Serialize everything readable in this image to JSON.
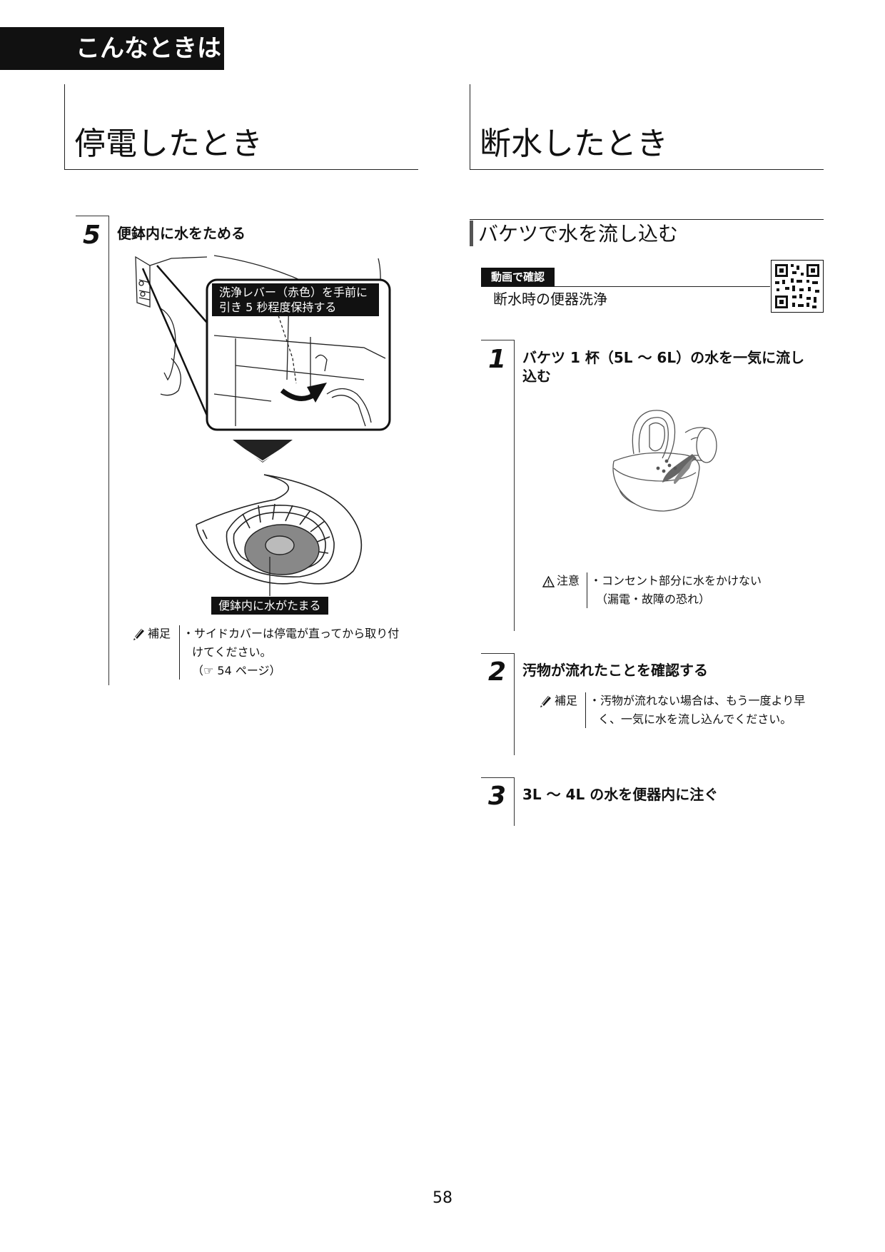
{
  "chapter_tab": "こんなときは",
  "left": {
    "title": "停電したとき",
    "step5": {
      "number": "5",
      "text": "便鉢内に水をためる",
      "callout_lines": [
        "洗浄レバー（赤色）を手前に",
        "引き 5 秒程度保持する"
      ],
      "bowl_label": "便鉢内に水がたまる",
      "note": {
        "label": "補足",
        "lines": [
          "・サイドカバーは停電が直ってから取り付",
          "けてください。",
          "（☞ 54 ページ）"
        ]
      }
    }
  },
  "right": {
    "title": "断水したとき",
    "subheading": "バケツで水を流し込む",
    "video": {
      "badge": "動画で確認",
      "title": "断水時の便器洗浄"
    },
    "step1": {
      "number": "1",
      "lines": [
        "バケツ 1 杯（5L ～ 6L）の水を一気に流し",
        "込む"
      ],
      "caution": {
        "label": "注意",
        "lines": [
          "・コンセント部分に水をかけない",
          "（漏電・故障の恐れ）"
        ]
      }
    },
    "step2": {
      "number": "2",
      "text": "汚物が流れたことを確認する",
      "note": {
        "label": "補足",
        "lines": [
          "・汚物が流れない場合は、もう一度より早",
          "く、一気に水を流し込んでください。"
        ]
      }
    },
    "step3": {
      "number": "3",
      "text": "3L ～ 4L の水を便器内に注ぐ"
    }
  },
  "page_number": "58"
}
